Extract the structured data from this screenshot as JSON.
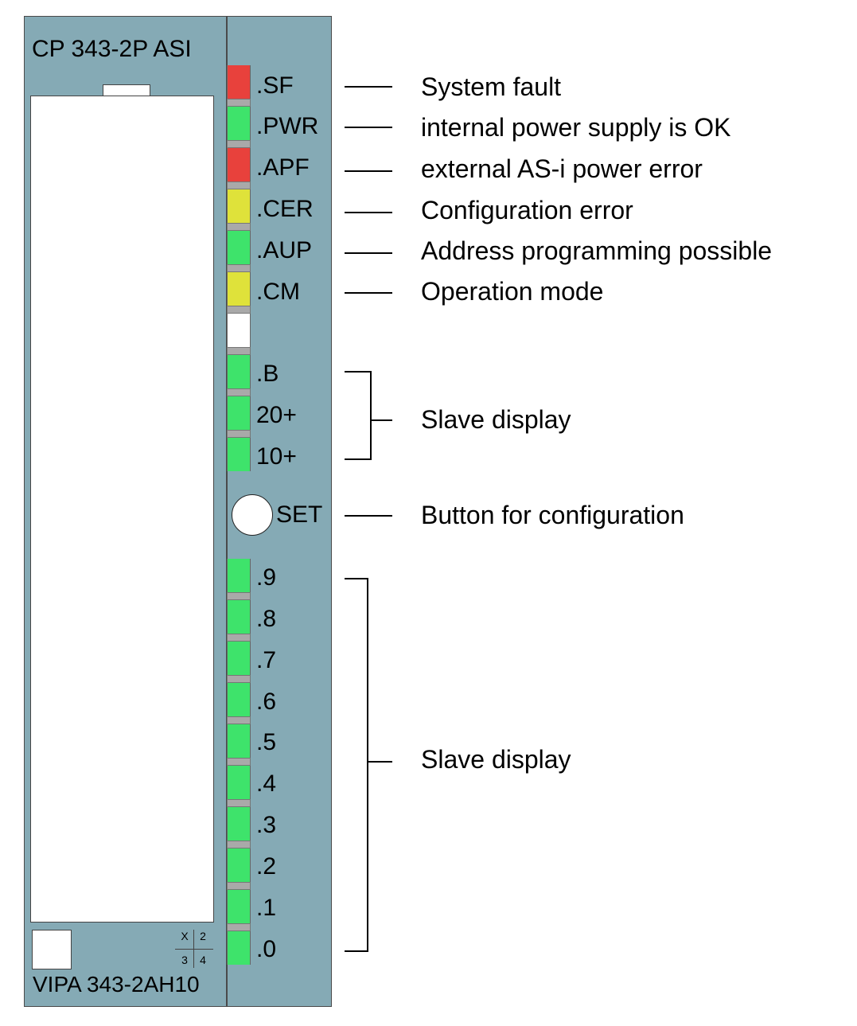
{
  "module": {
    "title": "CP 343-2P ASI",
    "order_number": "VIPA 343-2AH10",
    "slot_marks": [
      "X",
      "2",
      "3",
      "4"
    ],
    "colors": {
      "housing": "#85aab5",
      "led_red": "#e8413c",
      "led_green": "#3ee36b",
      "led_yellow": "#dfe23a",
      "led_off": "#ffffff"
    }
  },
  "leds": [
    {
      "label": ".SF",
      "color": "red",
      "description": "System fault"
    },
    {
      "label": ".PWR",
      "color": "green",
      "description": "internal power supply is OK"
    },
    {
      "label": ".APF",
      "color": "red",
      "description": "external AS-i power error"
    },
    {
      "label": ".CER",
      "color": "yellow",
      "description": "Configuration error"
    },
    {
      "label": ".AUP",
      "color": "green",
      "description": "Address programming possible"
    },
    {
      "label": ".CM",
      "color": "yellow",
      "description": "Operation mode"
    },
    {
      "label": "",
      "color": "off",
      "description": ""
    },
    {
      "label": ".B",
      "color": "green",
      "description": ""
    },
    {
      "label": "20+",
      "color": "green",
      "description": ""
    },
    {
      "label": "10+",
      "color": "green",
      "description": ""
    }
  ],
  "set_button": {
    "label": "SET",
    "description": "Button for configuration"
  },
  "slave_leds": [
    {
      "label": ".9",
      "color": "green"
    },
    {
      "label": ".8",
      "color": "green"
    },
    {
      "label": ".7",
      "color": "green"
    },
    {
      "label": ".6",
      "color": "green"
    },
    {
      "label": ".5",
      "color": "green"
    },
    {
      "label": ".4",
      "color": "green"
    },
    {
      "label": ".3",
      "color": "green"
    },
    {
      "label": ".2",
      "color": "green"
    },
    {
      "label": ".1",
      "color": "green"
    },
    {
      "label": ".0",
      "color": "green"
    }
  ],
  "groups": {
    "upper_slave_display": "Slave display",
    "lower_slave_display": "Slave display"
  }
}
